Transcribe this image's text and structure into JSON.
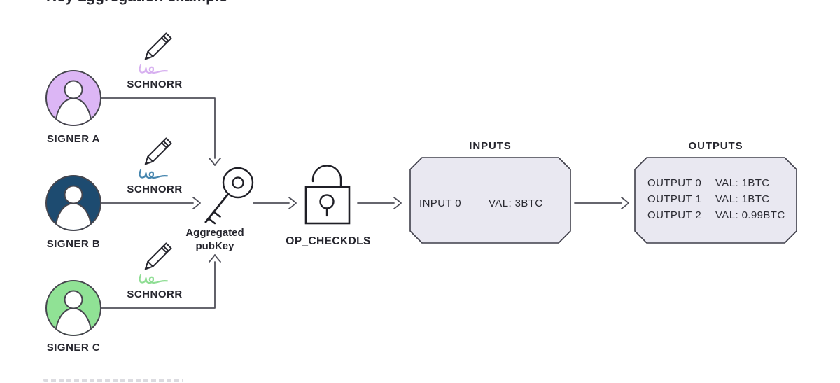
{
  "title": "Key aggregation example",
  "signers": [
    {
      "label": "SIGNER A",
      "sig_label": "SCHNORR",
      "avatar_color": "#dcb6f5",
      "squiggle_color": "#d7b0f0"
    },
    {
      "label": "SIGNER B",
      "sig_label": "SCHNORR",
      "avatar_color": "#1d4b70",
      "squiggle_color": "#4585ae"
    },
    {
      "label": "SIGNER C",
      "sig_label": "SCHNORR",
      "avatar_color": "#90e295",
      "squiggle_color": "#8edd93"
    }
  ],
  "aggregated_key": {
    "line1": "Aggregated",
    "line2": "pubKey"
  },
  "opcode": {
    "label": "OP_CHECKDLS"
  },
  "inputs": {
    "title": "INPUTS",
    "rows": [
      {
        "name": "INPUT 0",
        "value": "VAL: 3BTC"
      }
    ]
  },
  "outputs": {
    "title": "OUTPUTS",
    "rows": [
      {
        "name": "OUTPUT 0",
        "value": "VAL: 1BTC"
      },
      {
        "name": "OUTPUT 1",
        "value": "VAL: 1BTC"
      },
      {
        "name": "OUTPUT 2",
        "value": "VAL: 0.99BTC"
      }
    ]
  },
  "colors": {
    "ink": "#26262e",
    "connector": "#50505a",
    "icon_stroke": "#1f1f26",
    "box_fill": "#e9e8f1",
    "box_border": "#3f3f4a"
  }
}
